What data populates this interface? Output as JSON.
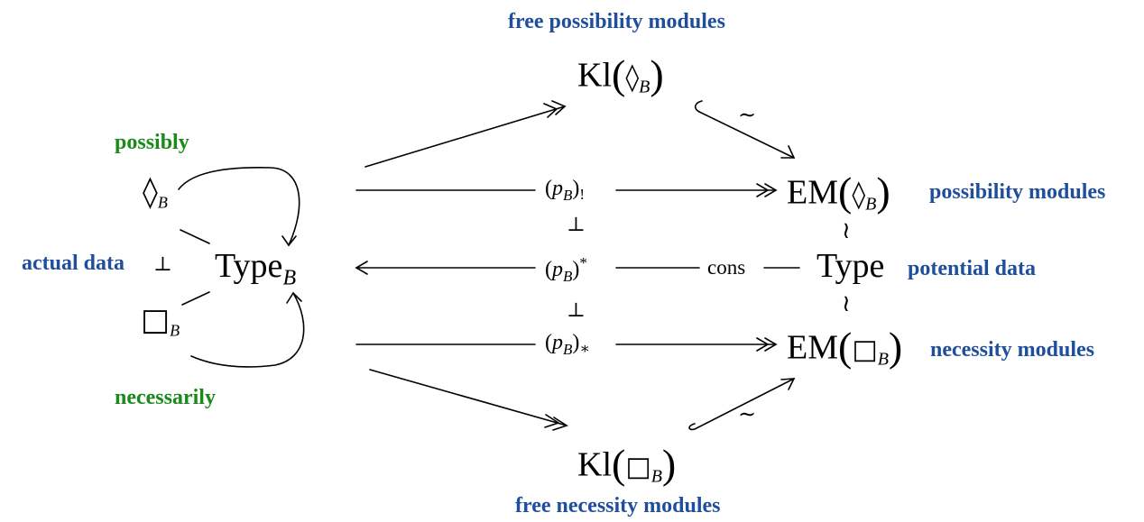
{
  "labels": {
    "free_possibility_modules": "free possibility modules",
    "free_necessity_modules": "free necessity modules",
    "possibility_modules": "possibility modules",
    "necessity_modules": "necessity modules",
    "potential_data": "potential data",
    "actual_data": "actual data",
    "possibly": "possibly",
    "necessarily": "necessarily"
  },
  "nodes": {
    "kl_possibility": {
      "pre": "Kl",
      "sym": "◊",
      "sub": "B"
    },
    "kl_necessity": {
      "pre": "Kl",
      "sym": "□",
      "sub": "B"
    },
    "em_possibility": {
      "pre": "EM",
      "sym": "◊",
      "sub": "B"
    },
    "em_necessity": {
      "pre": "EM",
      "sym": "□",
      "sub": "B"
    },
    "type": "Type",
    "type_b": {
      "main": "Type",
      "sub": "B"
    },
    "diamond_b": {
      "sym": "◊",
      "sub": "B"
    },
    "box_b": {
      "sym": "□",
      "sub": "B"
    }
  },
  "arrows": {
    "p_shriek": {
      "var": "p",
      "sub": "B",
      "sup": "!"
    },
    "p_star": {
      "var": "p",
      "sub": "B",
      "sup": "*"
    },
    "p_lowstar": {
      "var": "p",
      "sub": "B",
      "sup": "∗"
    },
    "cons": "cons",
    "tilde_top": "∼",
    "tilde_bottom": "∼",
    "iso_upper": "≀",
    "iso_lower": "≀",
    "perp_left": "⊥",
    "perp_mid_upper": "⊥",
    "perp_mid_lower": "⊥"
  },
  "colors": {
    "label_blue": "#1f4e9c",
    "label_green": "#1a8a1a",
    "ink": "#000000"
  }
}
